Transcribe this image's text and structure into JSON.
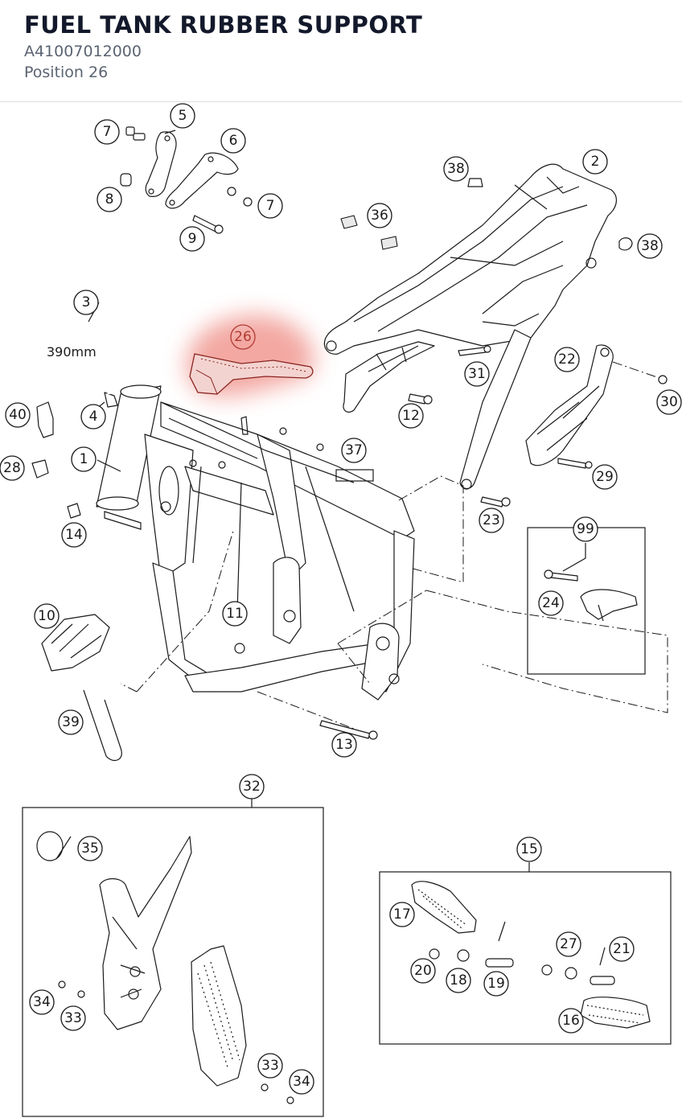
{
  "header": {
    "title": "FUEL TANK RUBBER SUPPORT",
    "part_number": "A41007012000",
    "position": "Position 26"
  },
  "diagram": {
    "highlight_color": "#e05a4f",
    "hose_length": "390mm",
    "highlighted_label": "26",
    "callouts": [
      "1",
      "2",
      "3",
      "4",
      "5",
      "6",
      "7",
      "7",
      "8",
      "9",
      "10",
      "11",
      "12",
      "13",
      "14",
      "15",
      "16",
      "17",
      "18",
      "19",
      "20",
      "21",
      "22",
      "23",
      "24",
      "26",
      "27",
      "28",
      "29",
      "30",
      "31",
      "32",
      "33",
      "33",
      "34",
      "34",
      "35",
      "36",
      "37",
      "38",
      "38",
      "39",
      "40",
      "99"
    ]
  }
}
